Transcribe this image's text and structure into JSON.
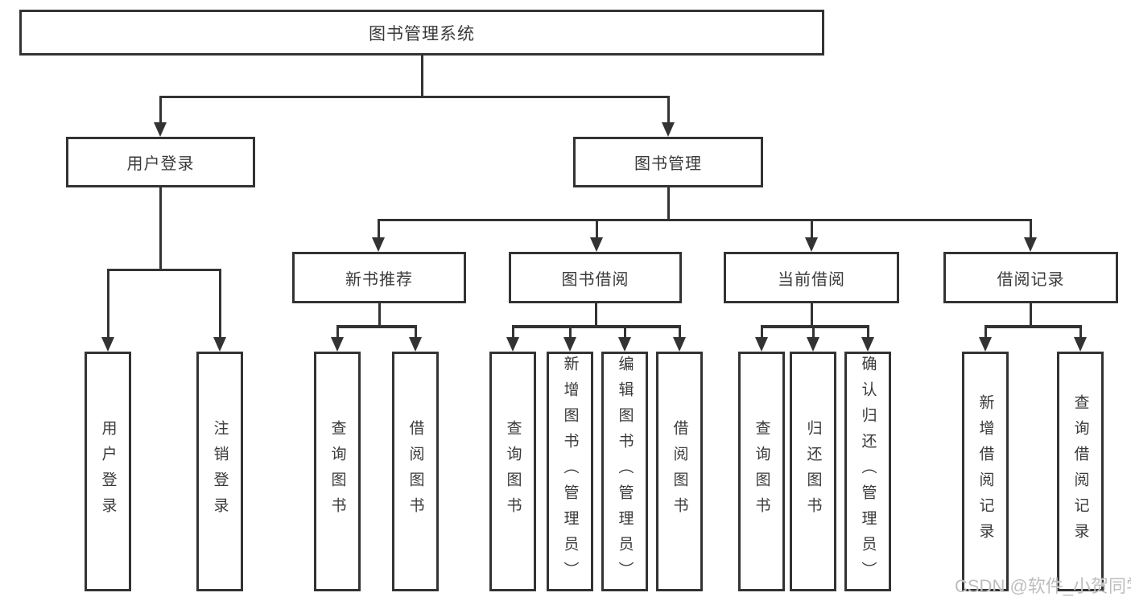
{
  "tree": {
    "label": "图书管理系统",
    "children": [
      {
        "label": "用户登录",
        "children": [
          {
            "label": "用户登录"
          },
          {
            "label": "注销登录"
          }
        ]
      },
      {
        "label": "图书管理",
        "children": [
          {
            "label": "新书推荐",
            "children": [
              {
                "label": "查询图书"
              },
              {
                "label": "借阅图书"
              }
            ]
          },
          {
            "label": "图书借阅",
            "children": [
              {
                "label": "查询图书"
              },
              {
                "label": "新增图书（管理员）"
              },
              {
                "label": "编辑图书（管理员）"
              },
              {
                "label": "借阅图书"
              }
            ]
          },
          {
            "label": "当前借阅",
            "children": [
              {
                "label": "查询图书"
              },
              {
                "label": "归还图书"
              },
              {
                "label": "确认归还（管理员）"
              }
            ]
          },
          {
            "label": "借阅记录",
            "children": [
              {
                "label": "新增借阅记录"
              },
              {
                "label": "查询借阅记录"
              }
            ]
          }
        ]
      }
    ]
  },
  "watermark": "CSDN @软件_小贺同学",
  "colors": {
    "line": "#333333",
    "text": "#3a3a3a",
    "background": "#ffffff",
    "watermark": "#bababa"
  }
}
